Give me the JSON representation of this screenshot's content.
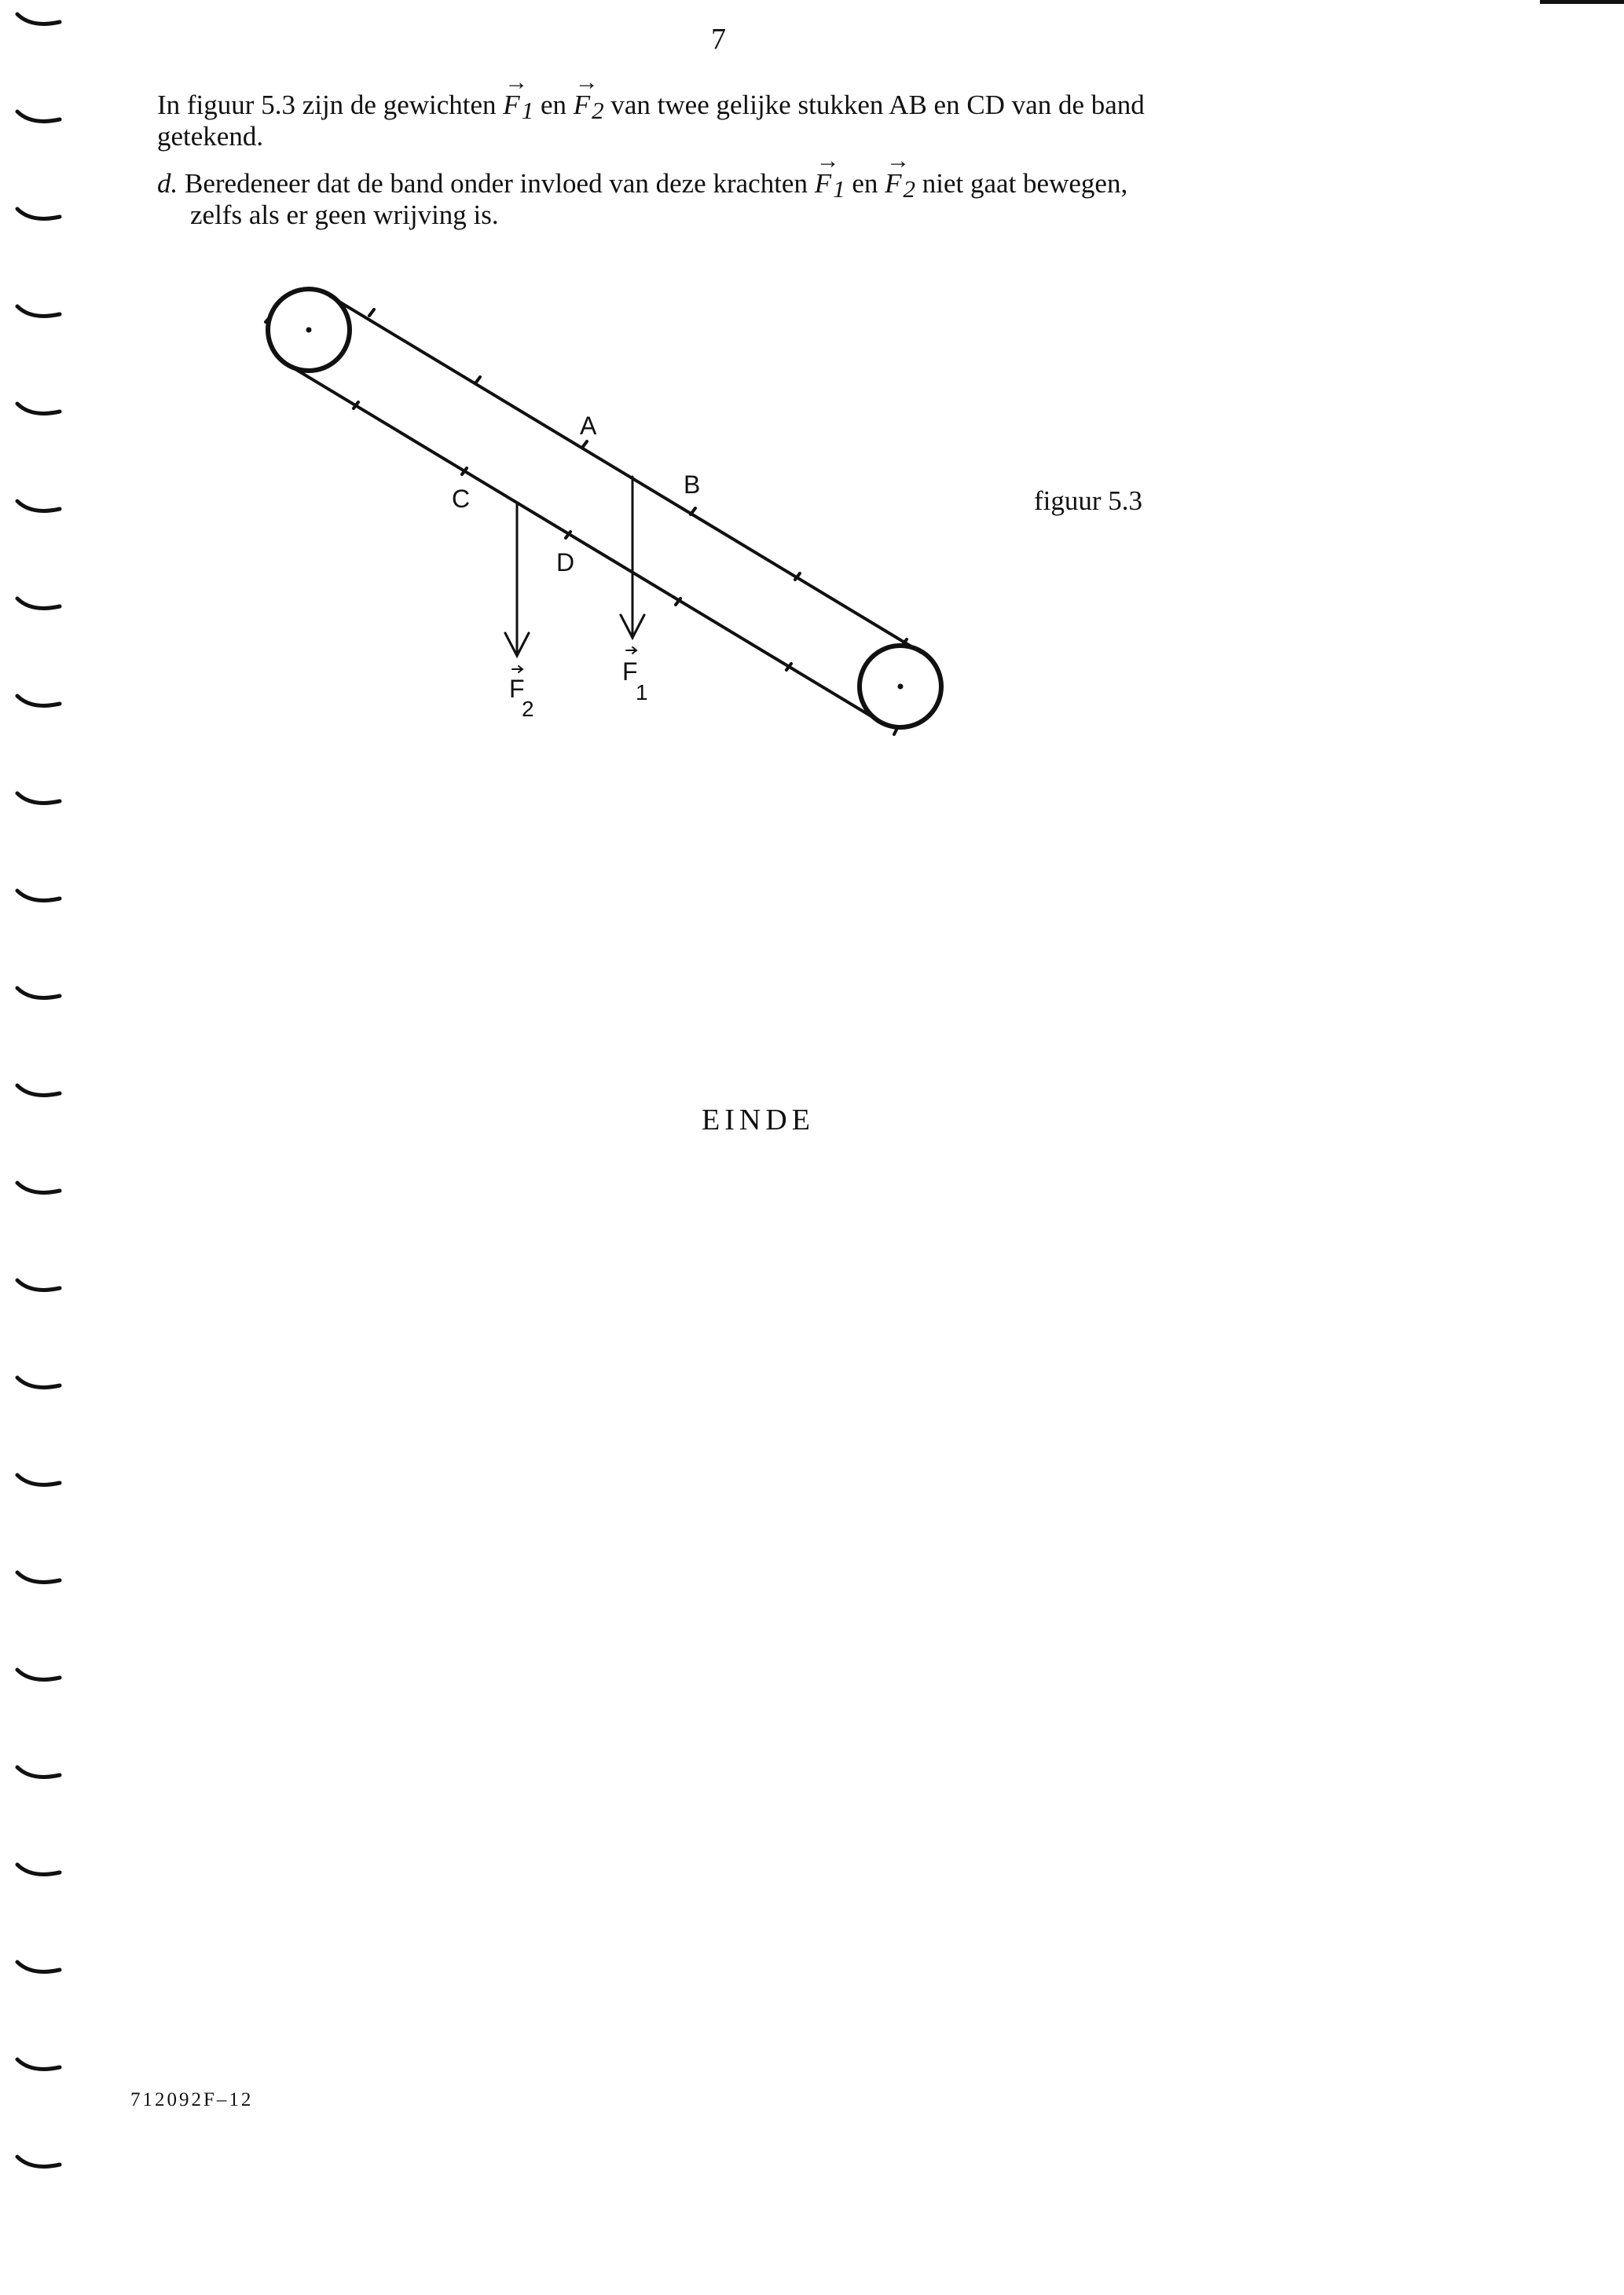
{
  "page_number": "7",
  "intro": {
    "line1_part1": "In figuur 5.3 zijn de gewichten ",
    "line1_part2": " en ",
    "line1_part3": " van twee gelijke stukken AB en CD van de band",
    "line2": "getekend."
  },
  "question_d": {
    "letter": "d.",
    "line1_part1": "Beredeneer dat de band onder invloed van deze krachten ",
    "line1_part2": " en ",
    "line1_part3": "  niet  gaat bewegen,",
    "line2": "zelfs als er geen wrijving is."
  },
  "vectors": {
    "arrow": "→",
    "f_letter": "F",
    "f1_sub": "1",
    "f2_sub": "2"
  },
  "figure": {
    "labels": {
      "a": "A",
      "b": "B",
      "c": "C",
      "d": "D",
      "f": "F",
      "f1_sub": "1",
      "f2_sub": "2"
    },
    "caption": "figuur 5.3"
  },
  "end_text": "EINDE",
  "doc_code": "712092F–12"
}
